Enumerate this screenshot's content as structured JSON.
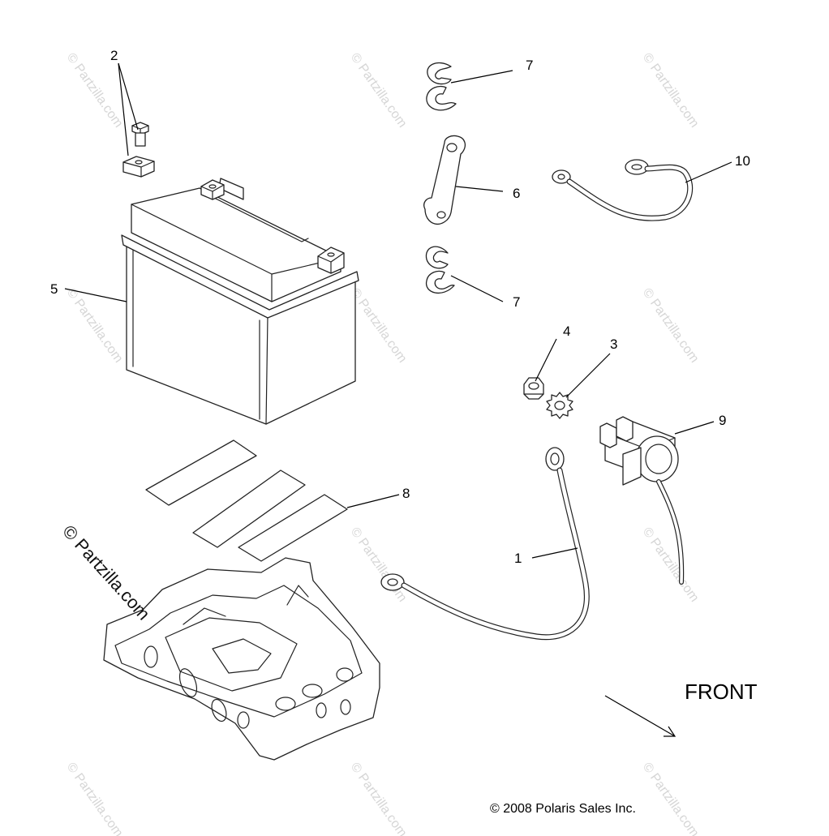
{
  "diagram": {
    "callouts": [
      {
        "id": "1",
        "label": "1"
      },
      {
        "id": "2",
        "label": "2"
      },
      {
        "id": "3",
        "label": "3"
      },
      {
        "id": "4",
        "label": "4"
      },
      {
        "id": "5",
        "label": "5"
      },
      {
        "id": "6",
        "label": "6"
      },
      {
        "id": "7a",
        "label": "7"
      },
      {
        "id": "7b",
        "label": "7"
      },
      {
        "id": "8",
        "label": "8"
      },
      {
        "id": "9",
        "label": "9"
      },
      {
        "id": "10",
        "label": "10"
      }
    ],
    "direction_label": "FRONT",
    "copyright": "© 2008 Polaris Sales Inc.",
    "watermark_small": "© Partzilla.com",
    "watermark_big": "© Partzilla.com"
  }
}
